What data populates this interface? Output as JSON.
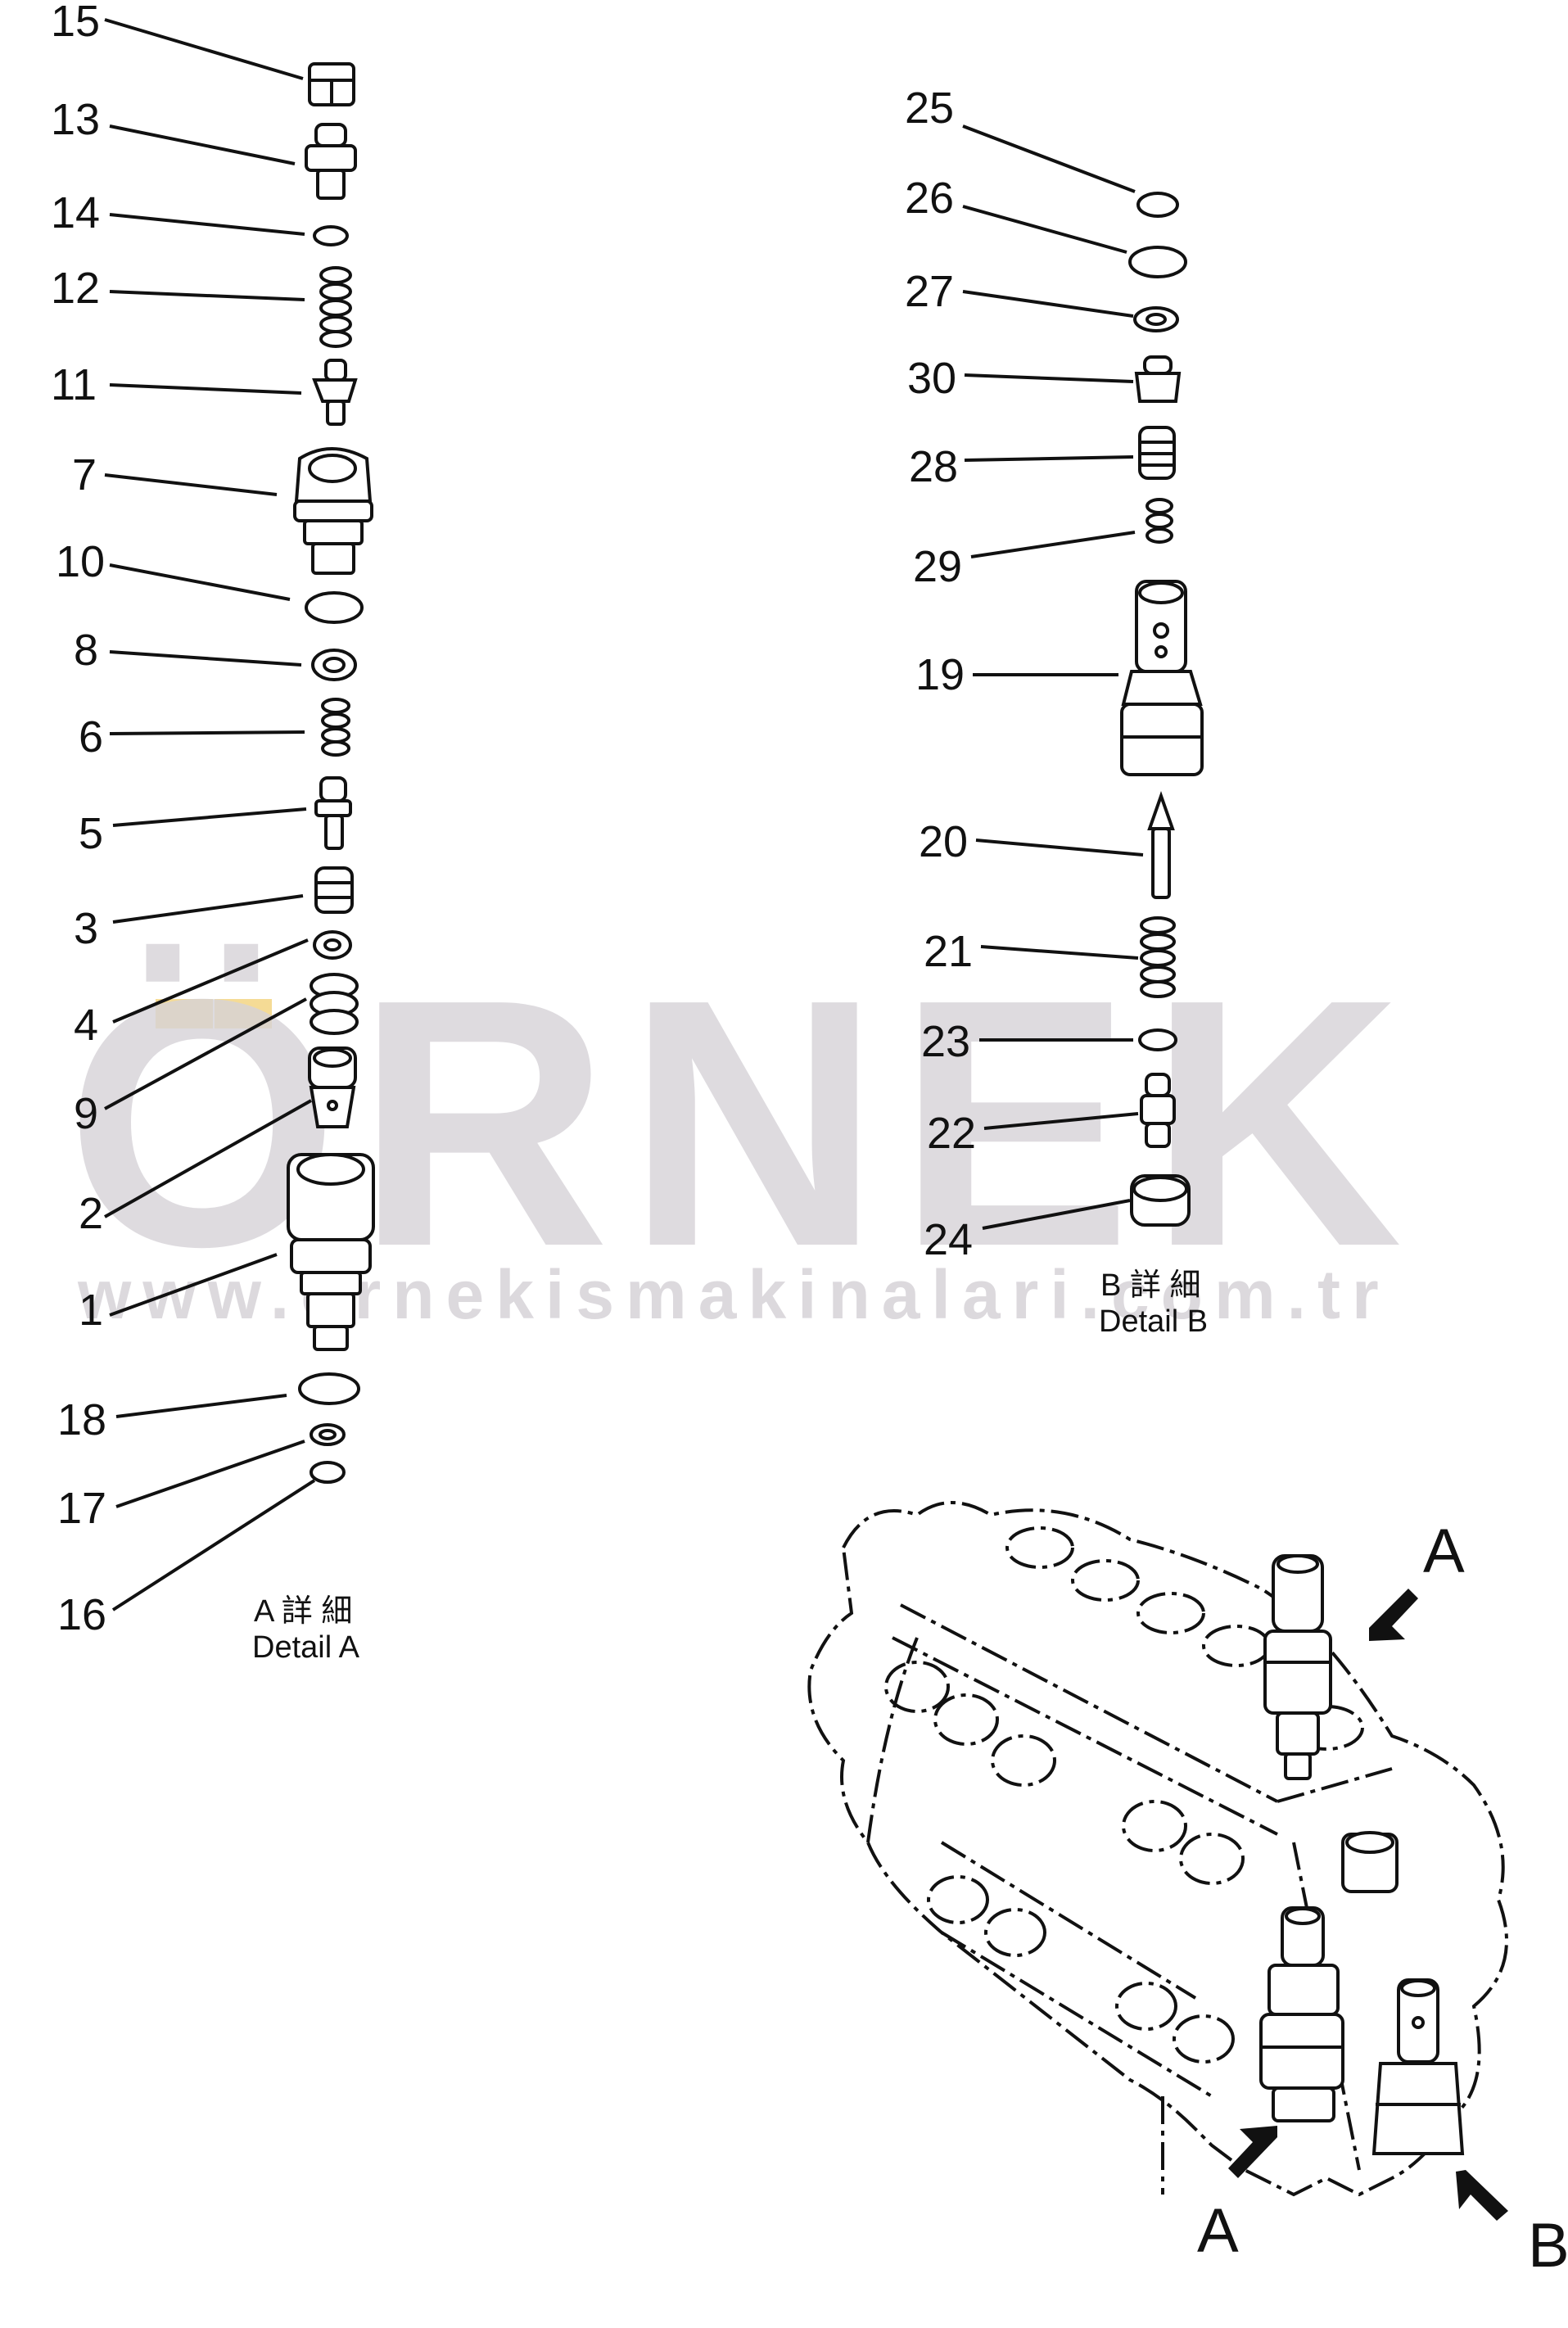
{
  "detail_a": {
    "caption_jp": "A 詳 細",
    "caption_en": "Detail A",
    "parts": [
      "15",
      "13",
      "14",
      "12",
      "11",
      "7",
      "10",
      "8",
      "6",
      "5",
      "3",
      "4",
      "9",
      "2",
      "1",
      "18",
      "17",
      "16"
    ]
  },
  "detail_b": {
    "caption_jp": "B 詳 細",
    "caption_en": "Detail B",
    "parts": [
      "25",
      "26",
      "27",
      "30",
      "28",
      "29",
      "19",
      "20",
      "21",
      "23",
      "22",
      "24"
    ]
  },
  "assembly": {
    "view_labels": [
      "A",
      "A",
      "B"
    ]
  },
  "watermark": {
    "brand": "ÖRNEK",
    "url": "www.ornekismakinalari.com.tr"
  },
  "colors": {
    "line": "#111111",
    "watermark": "#d6d3d8",
    "accent": "#f3d27a"
  }
}
